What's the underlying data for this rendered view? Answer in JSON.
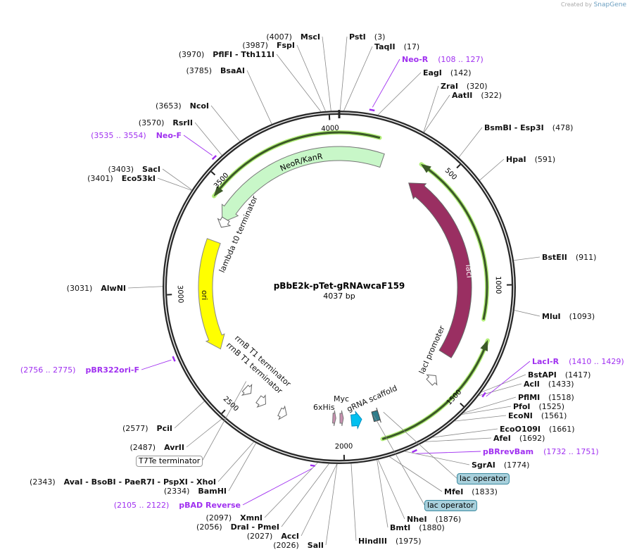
{
  "branding": {
    "created_by": "Created by",
    "app": "SnapGene"
  },
  "plasmid": {
    "name": "pBbE2k-pTet-gRNAwcaF159",
    "length_label": "4037 bp",
    "length": 4037
  },
  "ticks": [
    500,
    1000,
    1500,
    2000,
    2500,
    3000,
    3500,
    4000
  ],
  "enzymes": [
    {
      "name": "PstI",
      "pos": "(3)",
      "bp": 3
    },
    {
      "name": "TaqII",
      "pos": "(17)",
      "bp": 17
    },
    {
      "name": "EagI",
      "pos": "(142)",
      "bp": 142
    },
    {
      "name": "ZraI",
      "pos": "(320)",
      "bp": 320
    },
    {
      "name": "AatII",
      "pos": "(322)",
      "bp": 322
    },
    {
      "name": "BsmBI  - Esp3I",
      "pos": "(478)",
      "bp": 478
    },
    {
      "name": "HpaI",
      "pos": "(591)",
      "bp": 591
    },
    {
      "name": "BstEII",
      "pos": "(911)",
      "bp": 911
    },
    {
      "name": "MluI",
      "pos": "(1093)",
      "bp": 1093
    },
    {
      "name": "BstAPI",
      "pos": "(1417)",
      "bp": 1417
    },
    {
      "name": "AclI",
      "pos": "(1433)",
      "bp": 1433
    },
    {
      "name": "PflMI",
      "pos": "(1518)",
      "bp": 1518
    },
    {
      "name": "PfoI",
      "pos": "(1525)",
      "bp": 1525
    },
    {
      "name": "EcoNI",
      "pos": "(1561)",
      "bp": 1561
    },
    {
      "name": "EcoO109I",
      "pos": "(1661)",
      "bp": 1661
    },
    {
      "name": "AfeI",
      "pos": "(1692)",
      "bp": 1692
    },
    {
      "name": "SgrAI",
      "pos": "(1774)",
      "bp": 1774
    },
    {
      "name": "MfeI",
      "pos": "(1833)",
      "bp": 1833
    },
    {
      "name": "NheI",
      "pos": "(1876)",
      "bp": 1876
    },
    {
      "name": "BmtI",
      "pos": "(1880)",
      "bp": 1880
    },
    {
      "name": "HindIII",
      "pos": "(1975)",
      "bp": 1975
    },
    {
      "name": "SalI",
      "pos": "(2026)",
      "bp": 2026
    },
    {
      "name": "AccI",
      "pos": "(2027)",
      "bp": 2027
    },
    {
      "name": "DraI  - PmeI",
      "pos": "(2056)",
      "bp": 2056
    },
    {
      "name": "XmnI",
      "pos": "(2097)",
      "bp": 2097
    },
    {
      "name": "BamHI",
      "pos": "(2334)",
      "bp": 2334
    },
    {
      "name": "AvaI  - BsoBI  - PaeR7I  - PspXI  - XhoI",
      "pos": "(2343)",
      "bp": 2343
    },
    {
      "name": "AvrII",
      "pos": "(2487)",
      "bp": 2487
    },
    {
      "name": "PciI",
      "pos": "(2577)",
      "bp": 2577
    },
    {
      "name": "AlwNI",
      "pos": "(3031)",
      "bp": 3031
    },
    {
      "name": "Eco53kI",
      "pos": "(3401)",
      "bp": 3401
    },
    {
      "name": "SacI",
      "pos": "(3403)",
      "bp": 3403
    },
    {
      "name": "RsrII",
      "pos": "(3570)",
      "bp": 3570
    },
    {
      "name": "NcoI",
      "pos": "(3653)",
      "bp": 3653
    },
    {
      "name": "BsaAI",
      "pos": "(3785)",
      "bp": 3785
    },
    {
      "name": "PflFI  - Tth111I",
      "pos": "(3970)",
      "bp": 3970
    },
    {
      "name": "FspI",
      "pos": "(3987)",
      "bp": 3987
    },
    {
      "name": "MscI",
      "pos": "(4007)",
      "bp": 4007
    }
  ],
  "primers": [
    {
      "name": "Neo-R",
      "range": "(108 .. 127)",
      "start": 108,
      "end": 127
    },
    {
      "name": "LacI-R",
      "range": "(1410 .. 1429)",
      "start": 1410,
      "end": 1429
    },
    {
      "name": "pBRrevBam",
      "range": "(1732 .. 1751)",
      "start": 1732,
      "end": 1751
    },
    {
      "name": "Neo-F",
      "range": "(3535 .. 3554)",
      "start": 3535,
      "end": 3554
    },
    {
      "name": "pBR322ori-F",
      "range": "(2756 .. 2775)",
      "start": 2756,
      "end": 2775
    },
    {
      "name": "pBAD Reverse",
      "range": "(2105 .. 2122)",
      "start": 2105,
      "end": 2122
    }
  ],
  "boxed_features": [
    {
      "label": "lac operator",
      "bp": 1800
    },
    {
      "label": "lac operator",
      "bp": 1850
    },
    {
      "label": "T7Te terminator",
      "bp": 2520
    }
  ],
  "features": {
    "neo": "NeoR/KanR",
    "lambda": "lambda t0 terminator",
    "ori": "ori",
    "laci": "lacI",
    "laci_promoter": "lacI promoter",
    "rrnb1": "rrnB T1 terminator",
    "rrnb2": "rrnB T1 terminator",
    "his": "6xHis",
    "myc": "Myc",
    "grna": "gRNA scaffold"
  },
  "colors": {
    "neo": "#c8f7c8",
    "ori": "#ffff00",
    "laci": "#9a2f62",
    "cyan": "#00c0f0",
    "tag": "#c890b0",
    "grna": "#2e7d8c",
    "primer": "#a030f0",
    "glow": "#b5f07c",
    "lac_operator_box": "#a8d0dc"
  }
}
